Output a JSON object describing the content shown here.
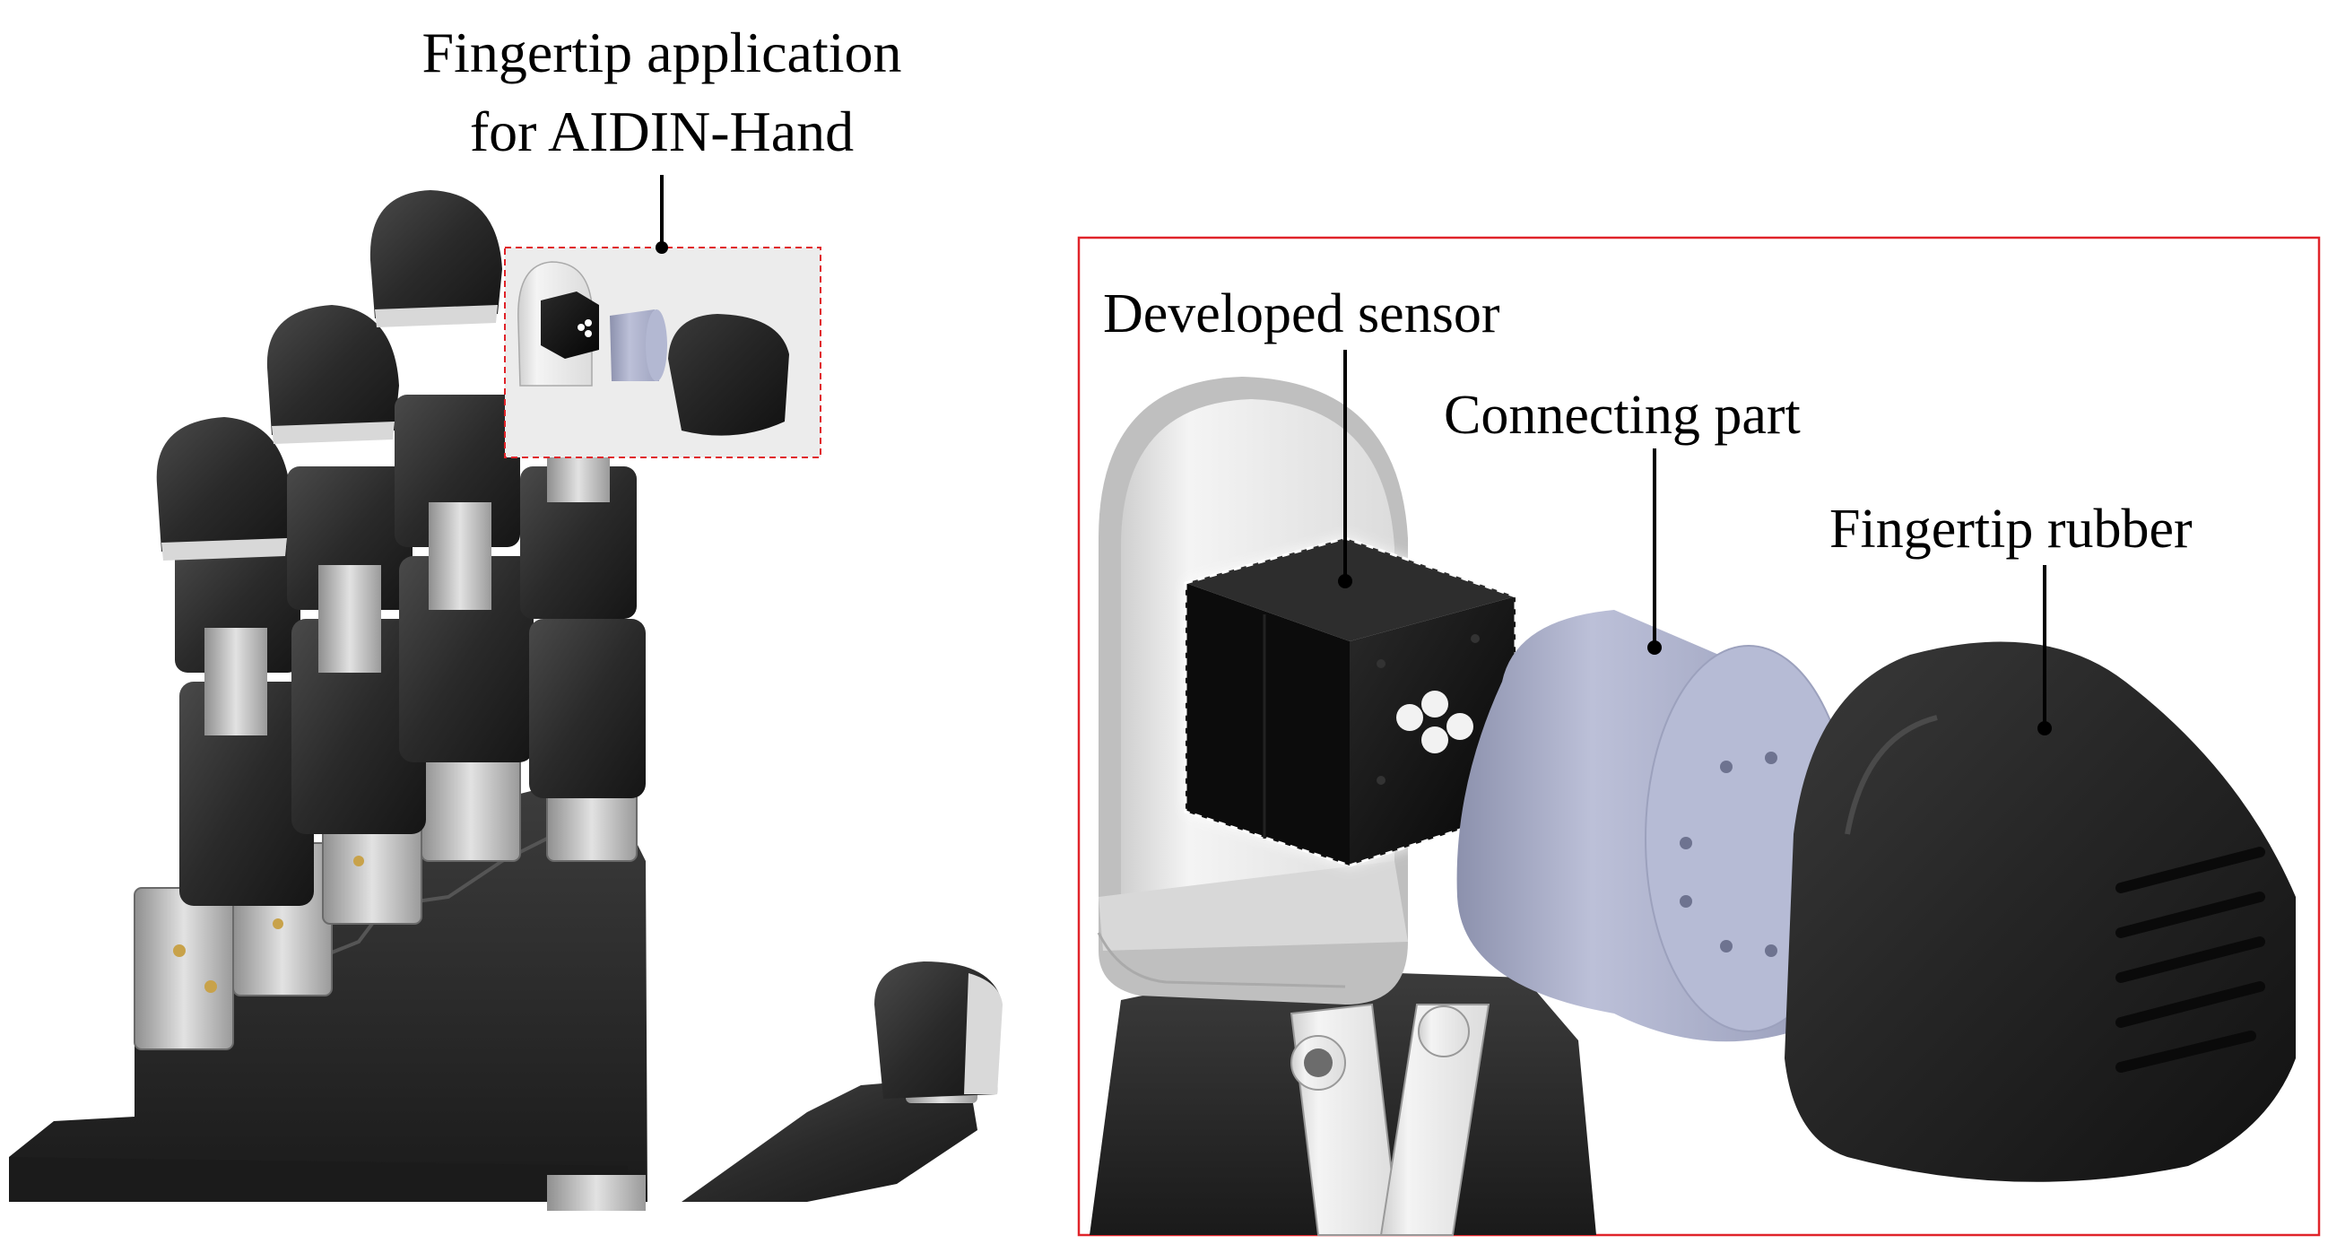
{
  "left_panel": {
    "title_line1": "Fingertip application",
    "title_line2": "for AIDIN-Hand"
  },
  "right_panel": {
    "frame_color": "#e0242a",
    "labels": {
      "sensor": "Developed sensor",
      "connector": "Connecting part",
      "rubber": "Fingertip rubber"
    }
  },
  "colors": {
    "dark_part": "#2b2b2b",
    "metal_part": "#c9c9c9",
    "connector": "#a9aec8",
    "highlight_box": "#e0242a"
  }
}
